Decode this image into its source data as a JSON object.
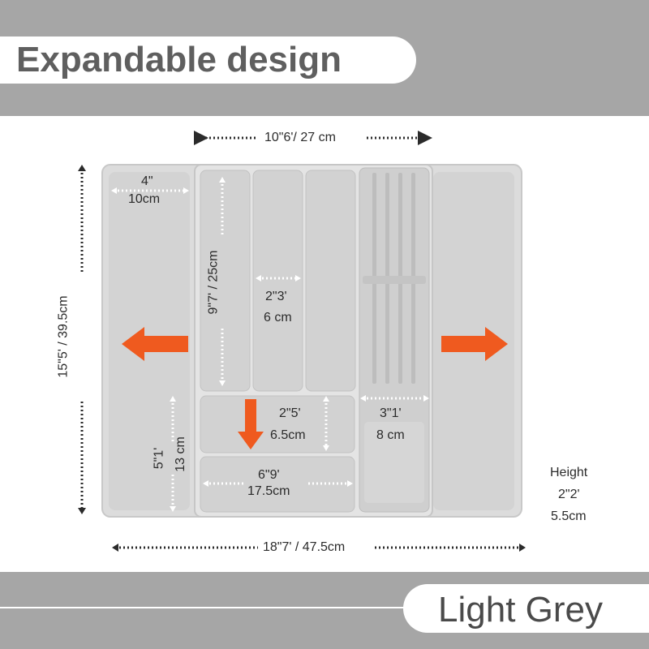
{
  "headline": "Expandable design",
  "color_name": "Light Grey",
  "dimensions": {
    "top_width": "10\"6'/ 27 cm",
    "total_width": "18\"7' / 47.5cm",
    "depth": "15\"5' / 39.5cm",
    "side_width_in": "4\"",
    "side_width_cm": "10cm",
    "long_slot": "9\"7' / 25cm",
    "slot_width_in": "2\"3'",
    "slot_width_cm": "6 cm",
    "small_slot_in": "2\"5'",
    "small_slot_cm": "6.5cm",
    "front_depth_in": "5\"1'",
    "front_depth_cm": "13 cm",
    "front_width_in": "6\"9'",
    "front_width_cm": "17.5cm",
    "knife_block_in": "3\"1'",
    "knife_block_cm": "8 cm",
    "height_label": "Height",
    "height_in": "2\"2'",
    "height_cm": "5.5cm"
  },
  "colors": {
    "band": "#a6a6a6",
    "tray": "#d7d7d7",
    "arrow": "#ef5a1f"
  },
  "icons": [
    "left-arrow-icon",
    "right-arrow-icon",
    "down-arrow-icon"
  ]
}
